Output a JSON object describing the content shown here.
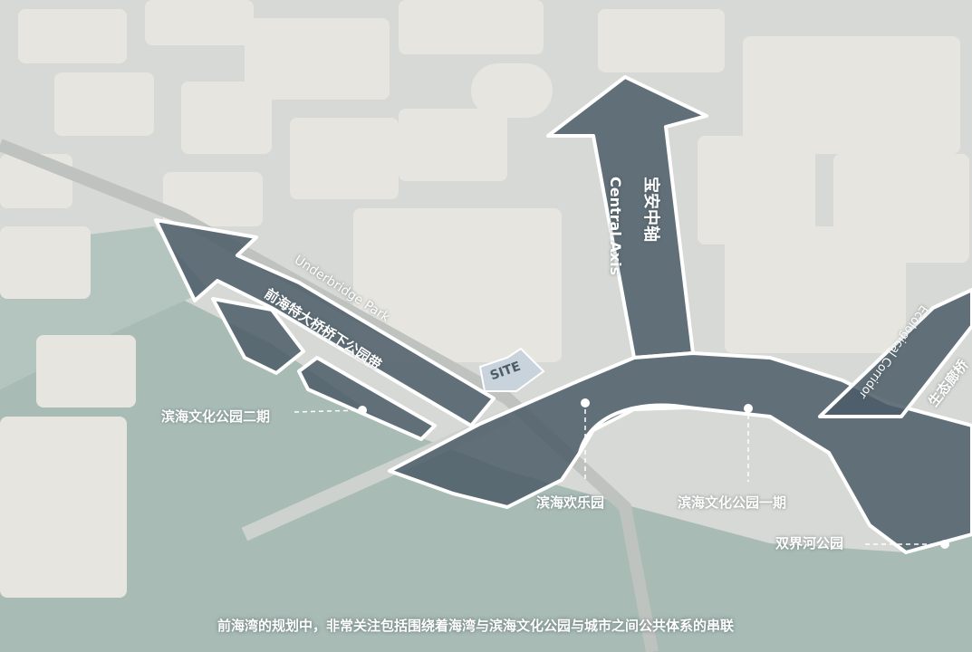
{
  "colors": {
    "land": "#d6d9d5",
    "water": "#a8bbb5",
    "block": "#e6e5df",
    "overlay": "#4b5c67",
    "outline": "#ffffff",
    "site": "#c9d3dc"
  },
  "labels": {
    "central_axis_zh": "宝安中轴",
    "central_axis_en": "Central Axis",
    "underbridge_en": "Underbridge Park",
    "underbridge_zh": "前海特大桥桥下公园带",
    "site": "SITE",
    "eco_corridor_en": "Ecological Corridor",
    "eco_corridor_zh": "生态廊桥",
    "park_phase2": "滨海文化公园二期",
    "happy_park": "滨海欢乐园",
    "park_phase1": "滨海文化公园一期",
    "shuangjie_park": "双界河公园"
  },
  "caption": "前海湾的规划中，非常关注包括围绕着海湾与滨海文化公园与城市之间公共体系的串联"
}
